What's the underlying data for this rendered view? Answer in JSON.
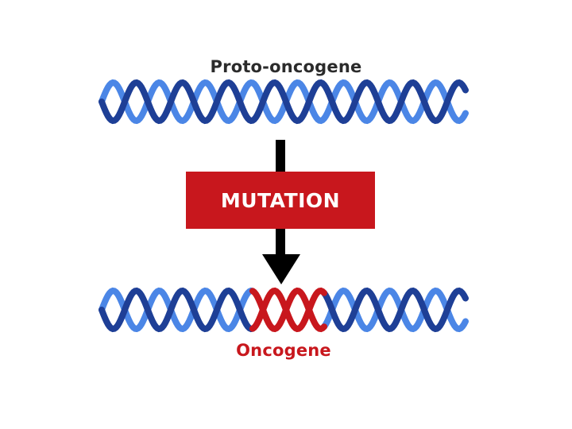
{
  "labels": {
    "top": "Proto-oncogene",
    "mutation": "MUTATION",
    "bottom": "Oncogene"
  },
  "colors": {
    "strand_dark": "#1e3f96",
    "strand_light": "#4b86e6",
    "mutation": "#c8171d",
    "arrow": "#000000",
    "label_dark": "#2b2b2b"
  }
}
